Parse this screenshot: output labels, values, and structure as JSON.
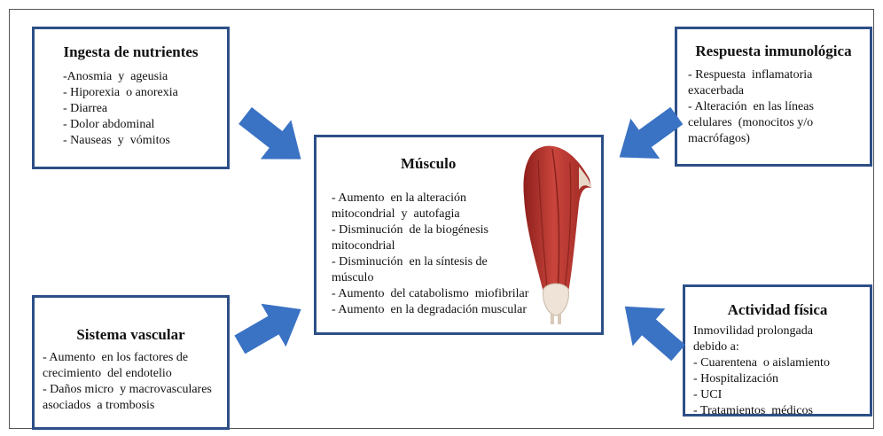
{
  "boxes": {
    "ingesta": {
      "title": "Ingesta de nutrientes",
      "items": [
        "-Anosmia  y  ageusia",
        "- Hiporexia  o anorexia",
        "- Diarrea",
        "- Dolor abdominal",
        "- Nauseas  y  vómitos"
      ]
    },
    "inmuno": {
      "title": "Respuesta inmunológica",
      "items": [
        "- Respuesta  inflamatoria",
        "exacerbada",
        "- Alteración  en las líneas",
        "celulares  (monocitos y/o",
        "macrófagos)"
      ]
    },
    "musculo": {
      "title": "Músculo",
      "items": [
        "- Aumento  en la alteración",
        "mitocondrial  y  autofagia",
        "- Disminución  de la biogénesis",
        "mitocondrial",
        "- Disminución  en la síntesis de",
        "músculo",
        "- Aumento  del catabolismo  miofibrilar",
        "- Aumento  en la degradación muscular"
      ]
    },
    "vascular": {
      "title": "Sistema vascular",
      "items": [
        "- Aumento  en los factores de",
        "crecimiento  del endotelio",
        "- Daños micro  y macrovasculares",
        "asociados  a trombosis"
      ]
    },
    "actividad": {
      "title": "Actividad física",
      "items": [
        "Inmovilidad prolongada",
        "debido a:",
        "- Cuarentena  o aislamiento",
        "- Hospitalización",
        "- UCI",
        "- Tratamientos  médicos"
      ]
    }
  },
  "colors": {
    "box_border": "#2d4f87",
    "arrow_fill": "#3a72c4",
    "muscle_red": "#b5312c"
  },
  "icons": {
    "arrows": "arrow-icon",
    "muscle": "thigh-muscle-illustration"
  }
}
